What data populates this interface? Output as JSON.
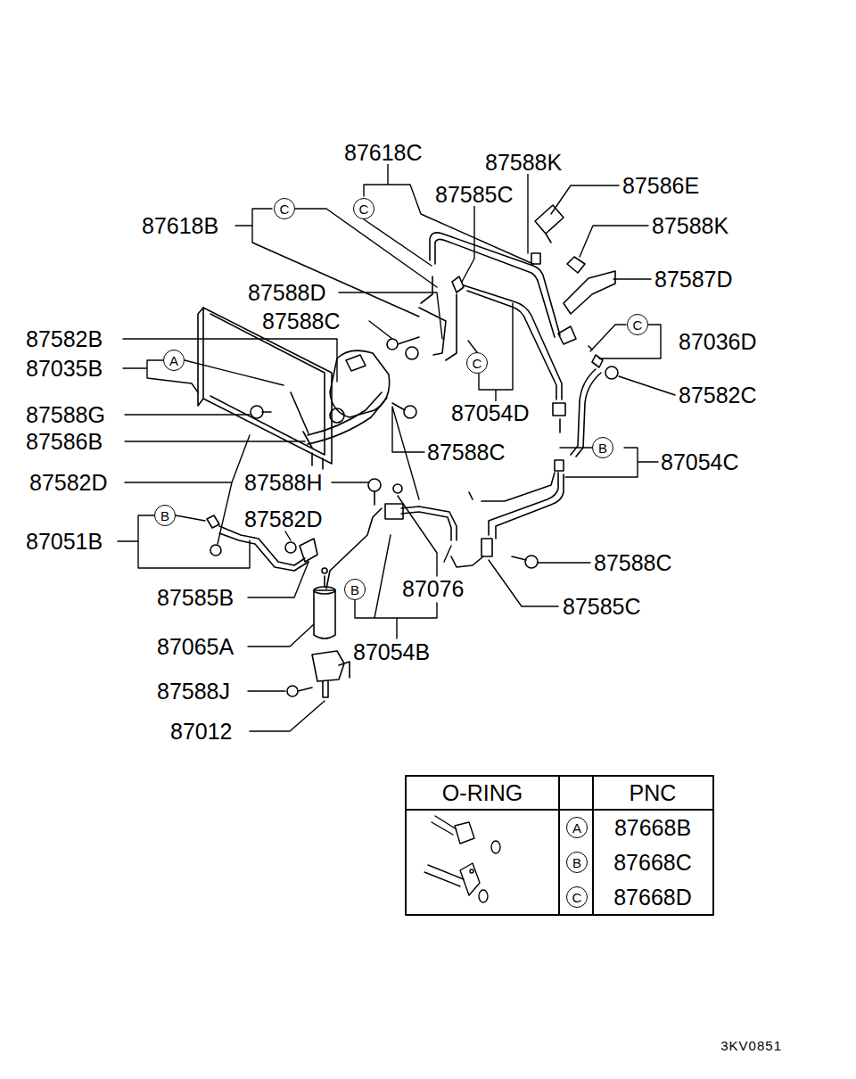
{
  "diagram": {
    "nodes": [
      {
        "text": [
          "A"
        ]
      },
      {
        "text": [
          "C"
        ]
      },
      {
        "text": [
          "C"
        ]
      },
      {
        "text": [
          "C"
        ]
      },
      {
        "text": [
          "C"
        ]
      },
      {
        "text": [
          "B"
        ]
      },
      {
        "text": [
          "B"
        ]
      },
      {
        "text": [
          "B"
        ]
      },
      {
        "text": [
          "A"
        ]
      },
      {
        "text": [
          "B"
        ]
      },
      {
        "text": [
          "C"
        ]
      }
    ],
    "labels": [
      "87618C",
      "87588K",
      "87585C",
      "87586E",
      "87618B",
      "87588K",
      "87587D",
      "87588D",
      "87588C",
      "87036D",
      "87582B",
      "87035B",
      "87582C",
      "87588G",
      "87054D",
      "87586B",
      "87588C",
      "87054C",
      "87582D",
      "87588H",
      "87582D",
      "87051B",
      "87588C",
      "87585B",
      "87076",
      "87585C",
      "87065A",
      "87054B",
      "87588J",
      "87012",
      "O-RING",
      "PNC",
      "87668B",
      "87668C",
      "87668D",
      "3KV0851"
    ]
  }
}
